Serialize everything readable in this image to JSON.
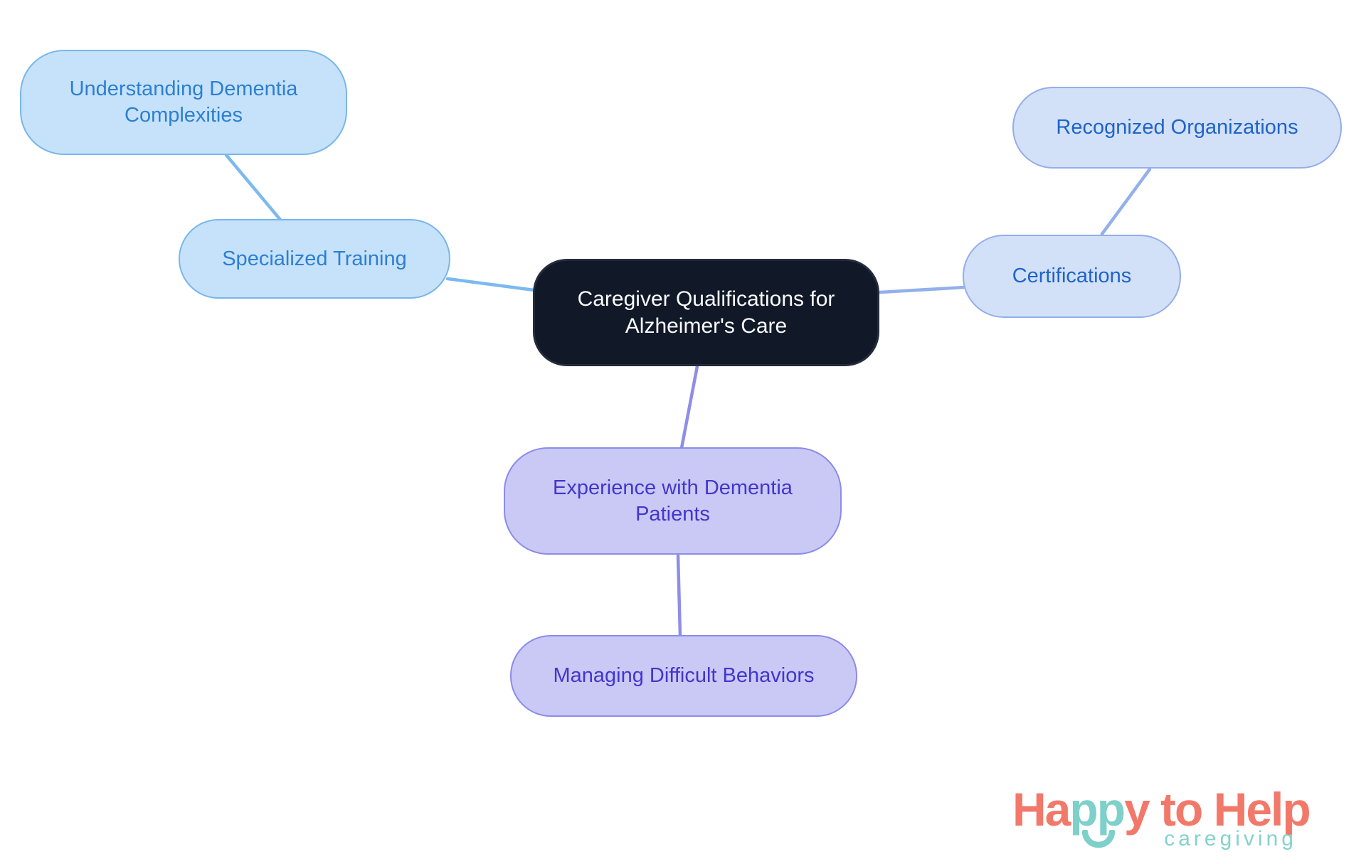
{
  "mindmap": {
    "root": {
      "label": "Caregiver Qualifications for Alzheimer's Care"
    },
    "nodes": {
      "specialized_training": {
        "label": "Specialized Training"
      },
      "understanding_dementia": {
        "label": "Understanding Dementia Complexities"
      },
      "certifications": {
        "label": "Certifications"
      },
      "recognized_organizations": {
        "label": "Recognized Organizations"
      },
      "experience_dementia": {
        "label": "Experience with Dementia Patients"
      },
      "managing_behaviors": {
        "label": "Managing Difficult Behaviors"
      }
    }
  },
  "logo": {
    "word_start": "Ha",
    "word_mid": "pp",
    "word_end": "y to Help",
    "tagline": "caregiving"
  },
  "colors": {
    "root_bg": "#111827",
    "root_text": "#f8fafc",
    "blue_fill": "#c6e2fb",
    "blue_border": "#79b6ec",
    "blue_text": "#2d7fd1",
    "blue_edge": "#7cb9ee",
    "periwinkle_fill": "#d2e0f8",
    "periwinkle_border": "#94aeea",
    "periwinkle_text": "#1f64c8",
    "periwinkle_edge": "#93b0ea",
    "purple_fill": "#cac9f5",
    "purple_border": "#8c8bea",
    "purple_text": "#4435cd",
    "purple_edge": "#8f8ee6",
    "logo_coral": "#f2796a",
    "logo_teal": "#7ed0ca"
  }
}
